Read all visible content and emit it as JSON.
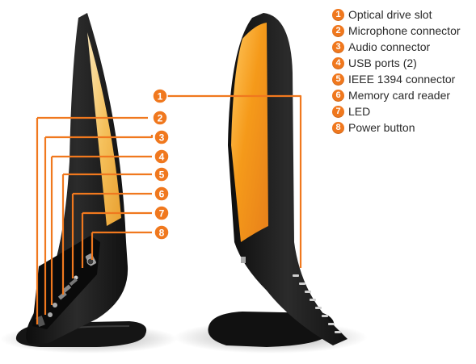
{
  "accent_color": "#f0781e",
  "legend": [
    {
      "num": "1",
      "label": "Optical drive slot"
    },
    {
      "num": "2",
      "label": "Microphone connector"
    },
    {
      "num": "3",
      "label": "Audio connector"
    },
    {
      "num": "4",
      "label": "USB ports (2)"
    },
    {
      "num": "5",
      "label": "IEEE 1394 connector"
    },
    {
      "num": "6",
      "label": "Memory card reader"
    },
    {
      "num": "7",
      "label": "LED"
    },
    {
      "num": "8",
      "label": "Power button"
    }
  ],
  "callouts": {
    "c1": "1",
    "c2": "2",
    "c3": "3",
    "c4": "4",
    "c5": "5",
    "c6": "6",
    "c7": "7",
    "c8": "8"
  }
}
